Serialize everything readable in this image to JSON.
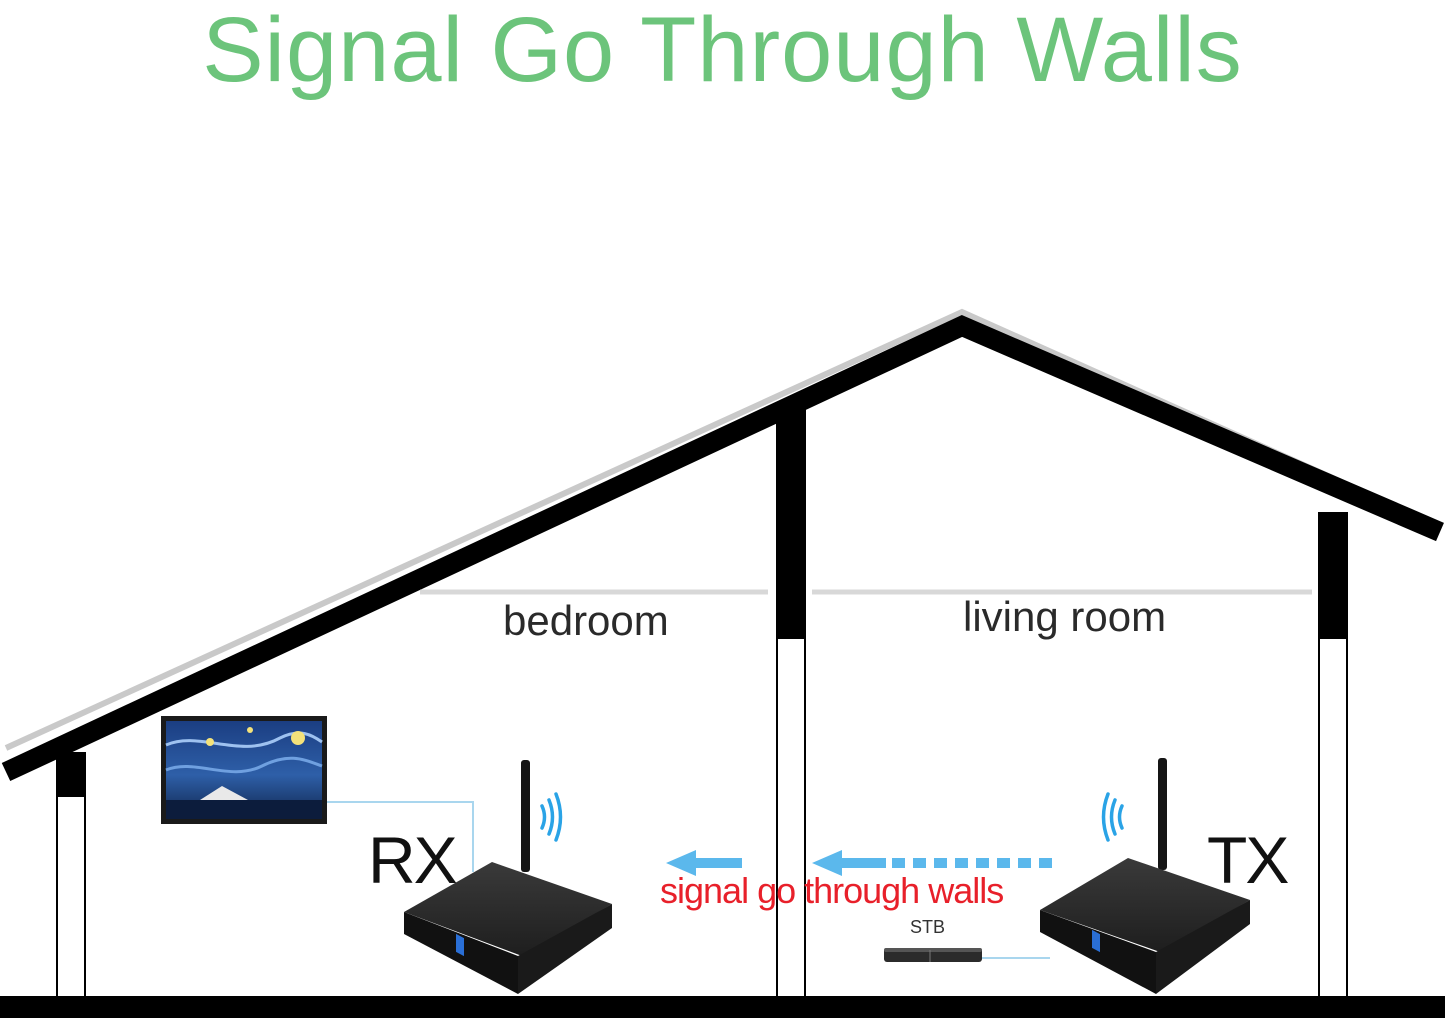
{
  "title": "Signal Go Through Walls",
  "rooms": {
    "bedroom": "bedroom",
    "living_room": "living room"
  },
  "devices": {
    "receiver": "RX",
    "transmitter": "TX",
    "set_top_box": "STB"
  },
  "signal_caption": "signal go through walls",
  "colors": {
    "title": "#6cc47b",
    "caption": "#e8202a",
    "arrow": "#5bb8ec",
    "cable": "#a9d6ee",
    "wave": "#2aa3e6",
    "structure": "#000000",
    "device": "#2b2b2b"
  },
  "icons": {
    "tv": "tv-icon",
    "rx_device": "receiver-device-icon",
    "tx_device": "transmitter-device-icon",
    "stb": "set-top-box-icon",
    "wave": "wifi-wave-icon"
  }
}
